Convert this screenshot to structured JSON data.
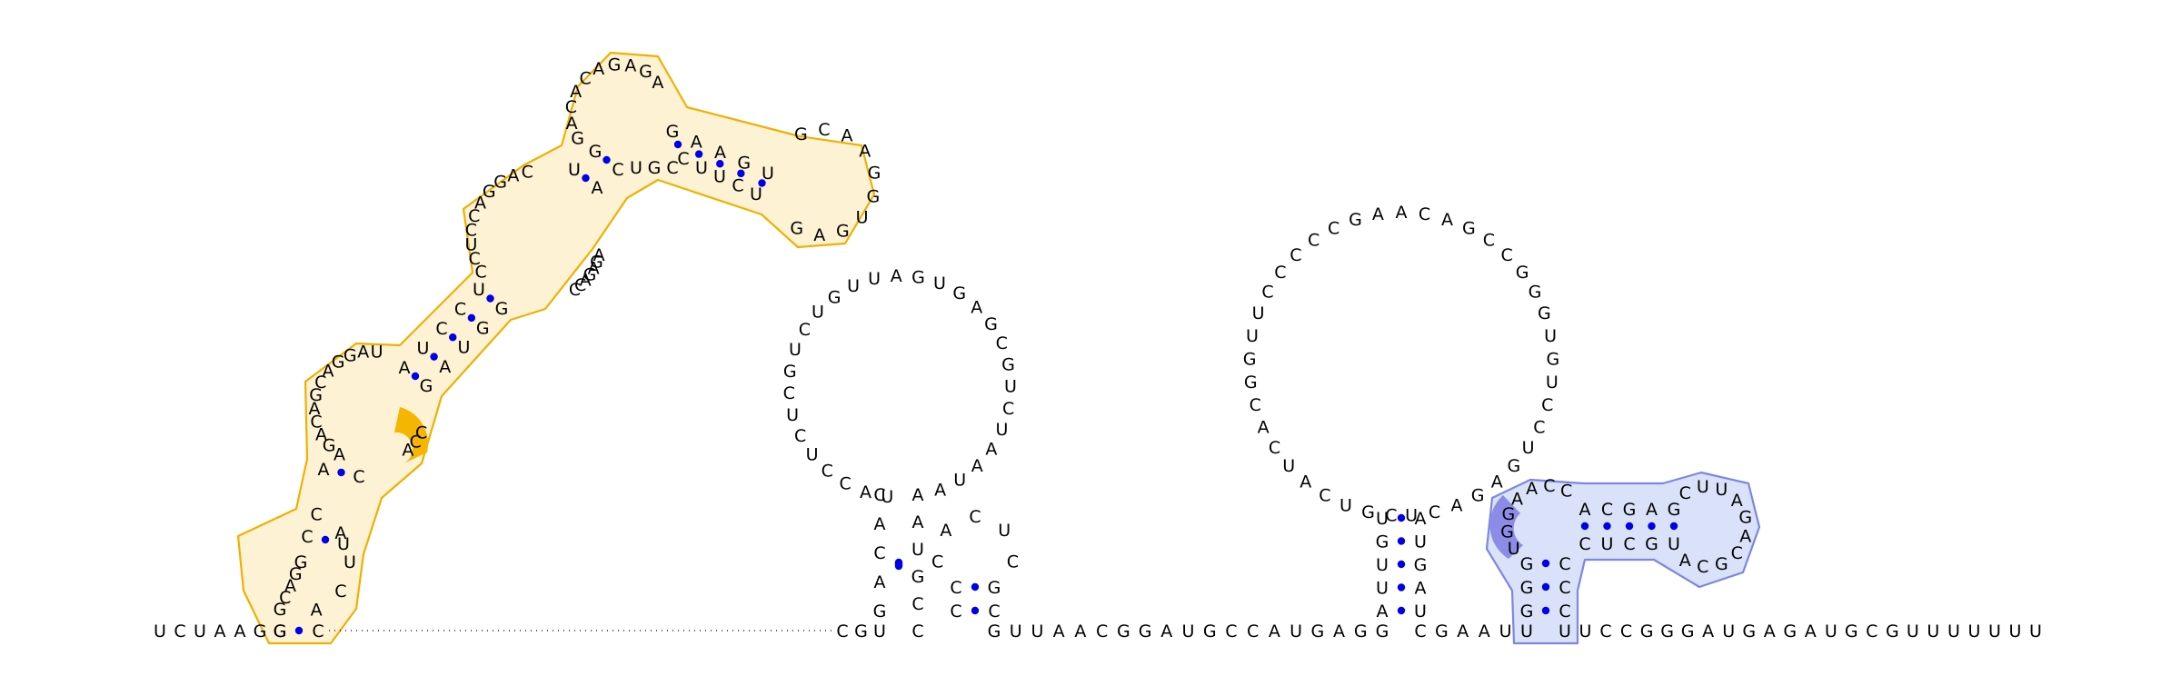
{
  "diagram": {
    "type": "rna-secondary-structure",
    "colors": {
      "background": "#ffffff",
      "nucleotide": "#000000",
      "backbone": "#000000",
      "base_pair": "#0000e6",
      "highlight_orange_outline": "#f0b000",
      "highlight_orange_fill": "#fdf2d4",
      "highlight_orange_emphasis": "#f5b500",
      "highlight_blue_outline": "#7d86e3",
      "highlight_blue_fill": "#d9e2f8",
      "highlight_blue_emphasis": "#8c8ce6"
    },
    "sequence_5p": "UCUAAGG",
    "domain_1": {
      "stem_5p": "G",
      "stem_3p": "C",
      "loop_5p": "ACUAC",
      "helix2_5p": "CA",
      "helix2_3p": "UC",
      "loop2_5p": "AGACAGCAGGAU",
      "loop2_3p": "ACC",
      "helix3_5p": "AUCCU",
      "helix3_3p": "GAUGG",
      "loop3_5p": "CCUCCAGGAC",
      "loop3_3p": "CCAGAGA",
      "helix4_5p": "UG",
      "helix4_3p": "AC",
      "loop4_5p": "GACACAGAGA",
      "helix5_5p": "GAAGU",
      "helix5_3p": "CUUCU",
      "hairpin": "GCAAGGUGAG",
      "closing_3p": "UGC"
    },
    "linker_1": "CGU",
    "hairpin_1": {
      "stem_5p": "GACAC",
      "stem_3p": "CCGUAA",
      "loop": "UACCUCUCGUCUGUUAGUGAGCGUCUAAUA"
    },
    "hairpin_2": {
      "stem_5p": "CC",
      "stem_3p": "CG",
      "loop": "CACUC"
    },
    "linker_2": "GUUAACGGAUGCCAUGAGG",
    "hairpin_3": {
      "stem_5p": "AUUGU",
      "stem_3p": "UAGUA",
      "loop": "CGUCAUCACGGUUCCCCCGAACAGCCGGGUGUCCUGAGACU"
    },
    "linker_3": "CGAAUU",
    "domain_2": {
      "stem_5p": "GGG",
      "stem_3p": "CCC",
      "helix_5p": "ACGAG",
      "helix_3p": "CUCGU",
      "loop_5p": "UGGAACC",
      "hairpin": "CUUAGACGCA"
    },
    "sequence_3p": "UUCCGGGAUGAGAUGCGUUUUUUU"
  }
}
